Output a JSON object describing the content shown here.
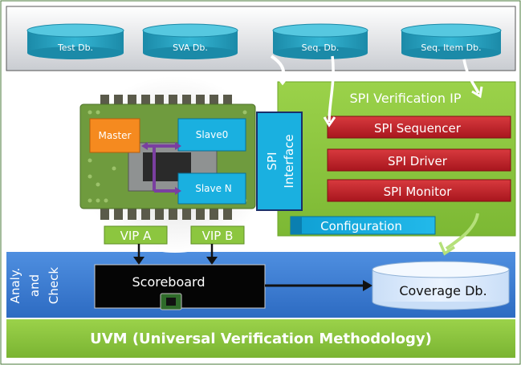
{
  "databases": [
    {
      "label": "Test Db."
    },
    {
      "label": "SVA Db."
    },
    {
      "label": "Seq. Db."
    },
    {
      "label": "Seq. Item Db."
    }
  ],
  "chip": {
    "master": "Master",
    "slave0": "Slave0",
    "slaveN": "Slave N"
  },
  "spi_interface": {
    "line1": "SPI",
    "line2": "Interface"
  },
  "vip_a": "VIP A",
  "vip_b": "VIP B",
  "verification_ip": {
    "title": "SPI Verification IP",
    "sequencer": "SPI Sequencer",
    "driver": "SPI Driver",
    "monitor": "SPI Monitor",
    "configuration": "Configuration"
  },
  "analysis": {
    "side_line1": "Analy.",
    "side_line2": "and",
    "side_line3": "Check",
    "scoreboard": "Scoreboard",
    "coverage": "Coverage Db."
  },
  "footer": "UVM (Universal Verification Methodology)",
  "colors": {
    "db_fill": "#2aa4c2",
    "green_panel": "#8cc63f",
    "red_block": "#c0202a",
    "blue_band": "#3f7fd1",
    "footer_green": "#8cc63f",
    "cyan_box": "#1ab0e0",
    "orange_master": "#f58a1f"
  }
}
